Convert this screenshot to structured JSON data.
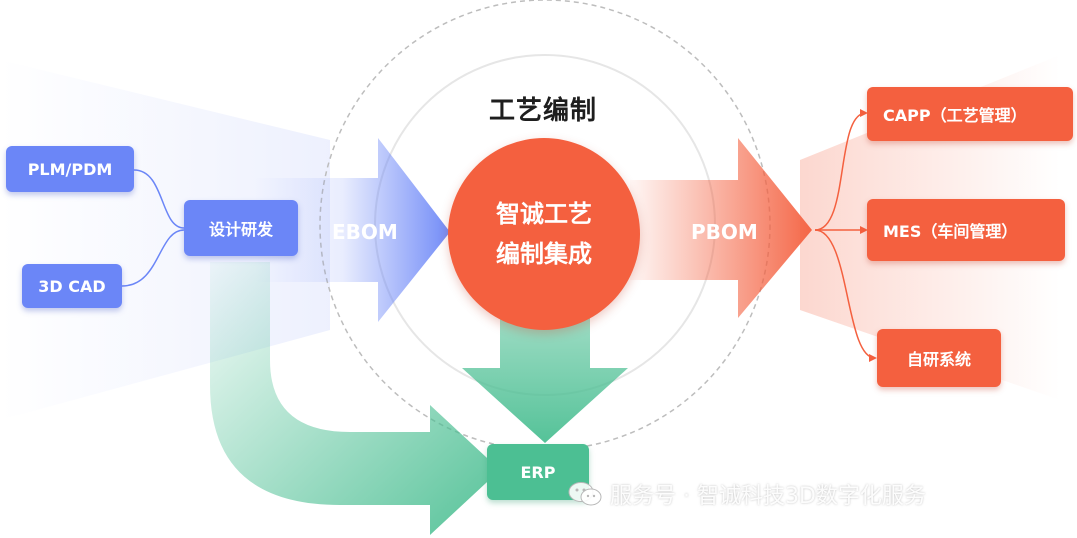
{
  "title": "工艺编制",
  "core": {
    "line1": "智诚工艺",
    "line2": "编制集成"
  },
  "sources": {
    "plm": "PLM/PDM",
    "cad": "3D CAD",
    "design": "设计研发"
  },
  "flows": {
    "ebom": "EBOM",
    "pbom": "PBOM"
  },
  "targets": {
    "capp": "CAPP（工艺管理）",
    "mes": "MES（车间管理）",
    "self": "自研系统",
    "erp": "ERP"
  },
  "watermark": {
    "text": "服务号 · 智诚科技3D数字化服务",
    "icon": "wechat-icon"
  },
  "colors": {
    "blue": "#6b86f7",
    "orange": "#f4603f",
    "green": "#4cbf93"
  }
}
